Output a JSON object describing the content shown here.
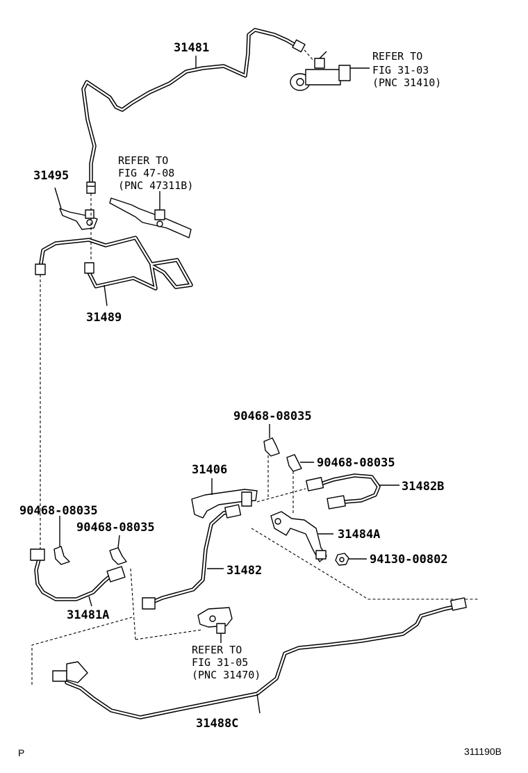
{
  "labels": {
    "p31481": "31481",
    "p31495": "31495",
    "p31489": "31489",
    "p90468_a": "90468-08035",
    "p90468_b": "90468-08035",
    "p31406": "31406",
    "p31482B": "31482B",
    "p31484A": "31484A",
    "p94130": "94130-00802",
    "p90468_c": "90468-08035",
    "p90468_d": "90468-08035",
    "p31482": "31482",
    "p31481A": "31481A",
    "p31488C": "31488C"
  },
  "refs": {
    "fig3103": {
      "line1": "REFER TO",
      "line2": "FIG 31-03",
      "line3": "(PNC 31410)"
    },
    "fig4708": {
      "line1": "REFER TO",
      "line2": "FIG 47-08",
      "line3": "(PNC 47311B)"
    },
    "fig3105": {
      "line1": "REFER TO",
      "line2": "FIG 31-05",
      "line3": "(PNC 31470)"
    }
  },
  "footer": {
    "left": "P",
    "right": "311190B"
  }
}
